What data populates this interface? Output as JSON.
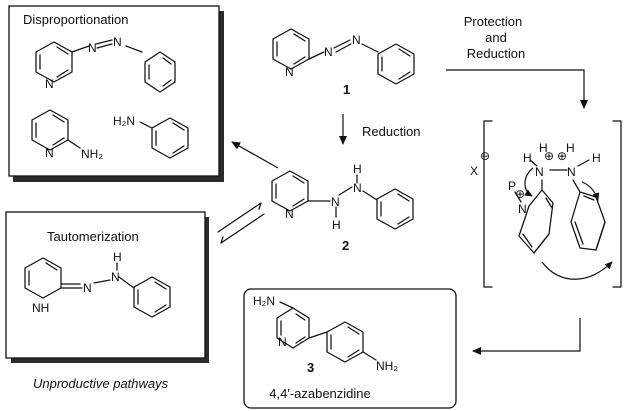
{
  "boxes": {
    "disproportionation": "Disproportionation",
    "tautomerization": "Tautomerization"
  },
  "arrows": {
    "reduction": "Reduction",
    "protection_and_reduction": [
      "Protection",
      "and",
      "Reduction"
    ]
  },
  "compounds": {
    "c1": "1",
    "c2": "2",
    "c3": "3",
    "c3_name": "4,4'-azabenzidine"
  },
  "atoms": {
    "N": "N",
    "H": "H",
    "NH": "NH",
    "H2N": "H₂N",
    "NH2": "NH₂",
    "X": "X",
    "P": "P",
    "plus": "⊕",
    "minus": "⊖"
  },
  "footer": "Unproductive pathways"
}
